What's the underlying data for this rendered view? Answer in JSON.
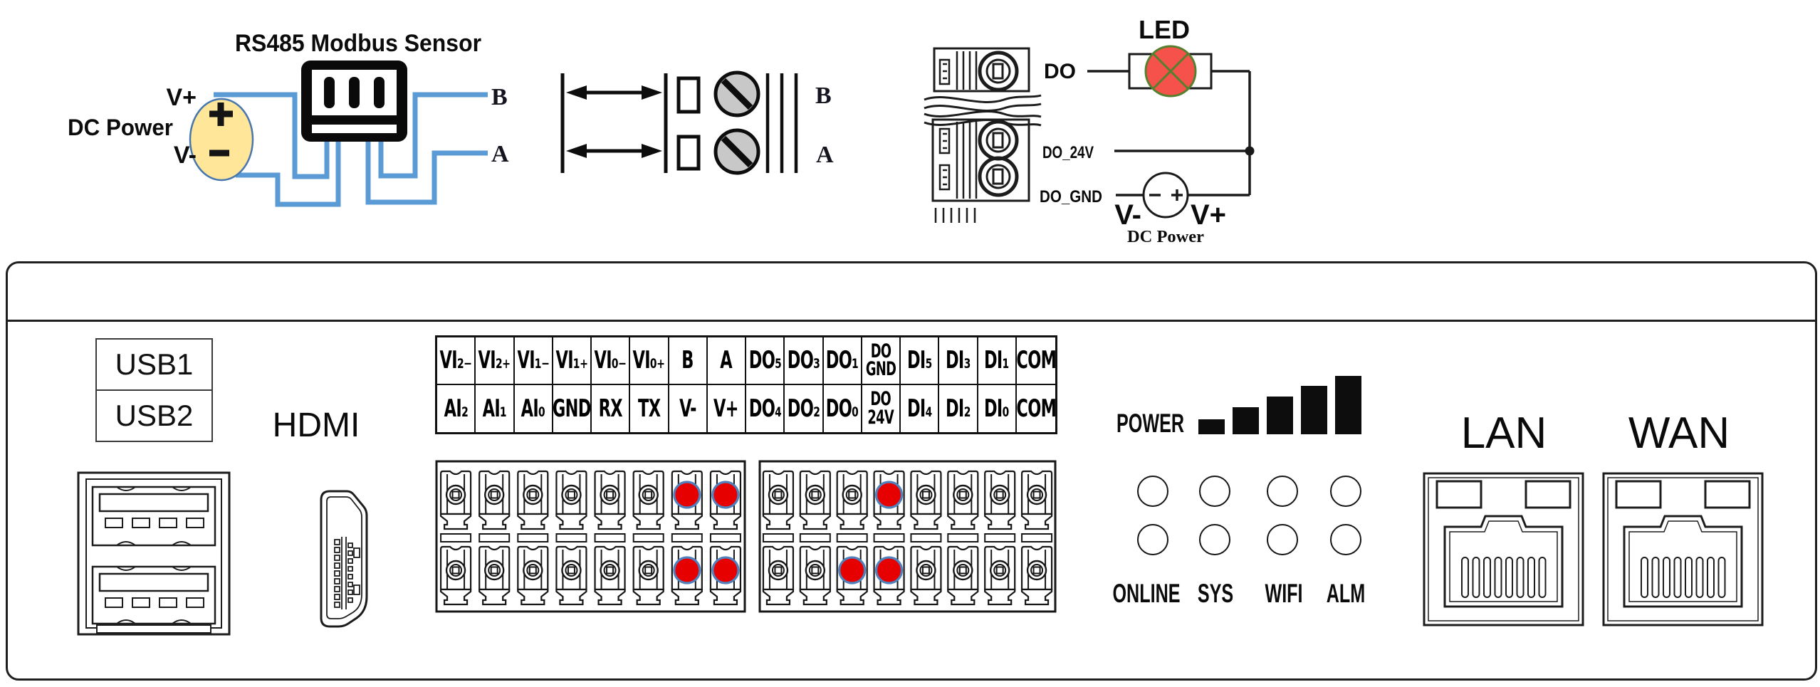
{
  "rs485_diagram": {
    "title": "RS485 Modbus Sensor",
    "power_source": {
      "label": "DC Power",
      "positive_label": "V+",
      "negative_label": "V-",
      "plus_symbol": "+",
      "minus_symbol": "-"
    },
    "bus_labels": {
      "b": "B",
      "a": "A"
    },
    "colors": {
      "wire": "#5B9BD5",
      "battery_fill": "#FFE699",
      "battery_stroke": "#4777AC"
    }
  },
  "rs485_terminal_diagram": {
    "labels": {
      "b": "B",
      "a": "A"
    },
    "colors": {
      "screw_fill": "#C8C8C8"
    }
  },
  "do_wiring_diagram": {
    "led_label": "LED",
    "pin_labels": {
      "do": "DO",
      "do_24v": "DO_24V",
      "do_gnd": "DO_GND"
    },
    "power": {
      "negative_label": "V-",
      "positive_label": "V+",
      "label": "DC Power",
      "plus_symbol": "+",
      "minus_symbol": "-"
    },
    "colors": {
      "led_fill": "#F4524B",
      "led_stroke": "#55802D"
    }
  },
  "panel": {
    "usb_labels": [
      "USB1",
      "USB2"
    ],
    "hdmi_label": "HDMI",
    "io_grid": {
      "rows": [
        [
          "VI₂₋",
          "VI₂₊",
          "VI₁₋",
          "VI₁₊",
          "VI₀₋",
          "VI₀₊",
          "B",
          "A",
          "DO₅",
          "DO₃",
          "DO₁",
          "DO\nGND",
          "DI₅",
          "DI₃",
          "DI₁",
          "COM"
        ],
        [
          "AI₂",
          "AI₁",
          "AI₀",
          "GND",
          "RX",
          "TX",
          "V-",
          "V+",
          "DO₄",
          "DO₂",
          "DO₀",
          "DO\n24V",
          "DI₄",
          "DI₂",
          "DI₀",
          "COM"
        ]
      ]
    },
    "terminal_blocks": [
      {
        "highlighted_top": [
          6,
          7
        ],
        "highlighted_bottom": [
          6,
          7
        ]
      },
      {
        "highlighted_top": [
          3
        ],
        "highlighted_bottom": [
          2,
          3
        ]
      }
    ],
    "power_meter": {
      "label": "POWER",
      "bar_heights": [
        21,
        38,
        53,
        68,
        82
      ]
    },
    "status_leds": {
      "labels": [
        "ONLINE",
        "SYS",
        "WIFI",
        "ALM"
      ],
      "rows": 2
    },
    "network_ports": {
      "lan": "LAN",
      "wan": "WAN"
    },
    "colors": {
      "highlight_fill": "#E60000",
      "highlight_ring": "#4F81BD"
    }
  }
}
